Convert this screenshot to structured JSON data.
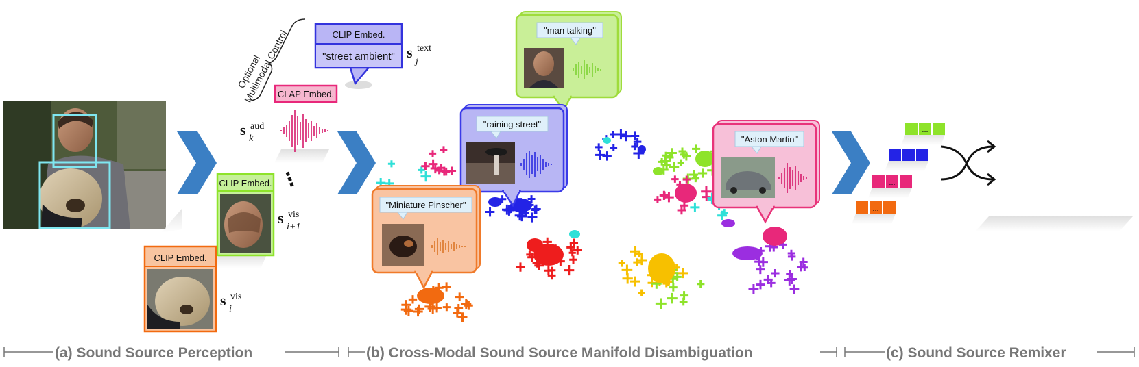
{
  "stages": [
    {
      "label": "(a) Sound Source Perception"
    },
    {
      "label": "(b) Cross-Modal Sound Source Manifold Disambiguation"
    },
    {
      "label": "(c) Sound Source Remixer"
    }
  ],
  "optional_control": {
    "line1": "Optional",
    "line2": "Multimodal Control"
  },
  "text_embed": {
    "header": "CLIP Embed.",
    "text": "\"street ambient\"",
    "symbol": "s",
    "sub": "j",
    "sup": "text"
  },
  "audio_embed": {
    "header": "CLAP Embed.",
    "symbol": "s",
    "sub": "k",
    "sup": "aud"
  },
  "visual_embed_1": {
    "header": "CLIP Embed.",
    "symbol": "s",
    "sub": "i+1",
    "sup": "vis"
  },
  "visual_embed_2": {
    "header": "CLIP Embed.",
    "symbol": "s",
    "sub": "i",
    "sup": "vis"
  },
  "ellipsis": "⋮",
  "callouts": [
    {
      "label": "\"man talking\"",
      "color": "#9fdc3c"
    },
    {
      "label": "\"raining street\"",
      "color": "#3a3ae8"
    },
    {
      "label": "\"Miniature Pinscher\"",
      "color": "#f07a2a"
    },
    {
      "label": "\"Aston Martin\"",
      "color": "#e8347a"
    }
  ],
  "remixer_tokens": {
    "t1": "...",
    "t3": "...",
    "t4": "..."
  },
  "colors": {
    "arrow": "#3b7fc4",
    "green": "#8ee32a",
    "blue": "#2323e6",
    "orange": "#f26a10",
    "pink": "#e8287a",
    "red": "#ee1d1d",
    "cyan": "#2fe0d8",
    "purple": "#9b2ee0",
    "yellow": "#f7c000",
    "label_gray": "#777777"
  }
}
